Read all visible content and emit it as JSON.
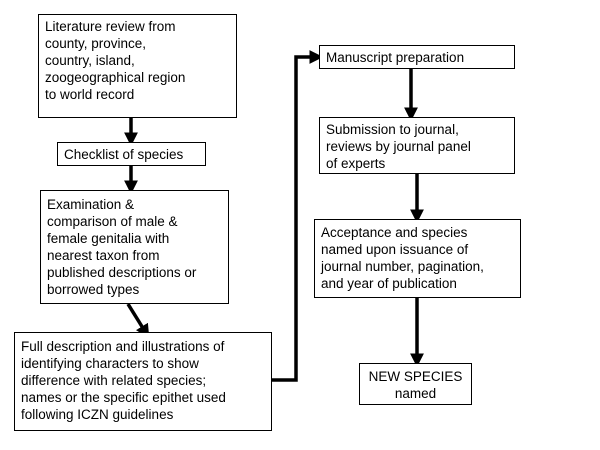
{
  "colors": {
    "stroke": "#000000",
    "fill": "#ffffff",
    "text": "#000000"
  },
  "nodes": {
    "literature_review": {
      "lines": [
        "Literature review from",
        "county, province,",
        "country, island,",
        "zoogeographical region",
        "to world record"
      ]
    },
    "checklist": {
      "lines": [
        "Checklist of species"
      ]
    },
    "examination": {
      "lines": [
        "Examination &",
        "comparison of male &",
        "female genitalia with",
        "nearest taxon from",
        "published descriptions or",
        "borrowed types"
      ]
    },
    "full_description": {
      "lines": [
        "Full description and illustrations of",
        "identifying characters to show",
        "difference with related species;",
        "names or the specific epithet used",
        "following ICZN guidelines"
      ]
    },
    "manuscript": {
      "lines": [
        "Manuscript preparation"
      ]
    },
    "submission": {
      "lines": [
        "Submission to journal,",
        "reviews by journal panel",
        "of experts"
      ]
    },
    "acceptance": {
      "lines": [
        "Acceptance and species",
        "named upon  issuance of",
        "journal number, pagination,",
        "and year of publication"
      ]
    },
    "new_species": {
      "lines": [
        "NEW SPECIES",
        "named"
      ]
    }
  }
}
